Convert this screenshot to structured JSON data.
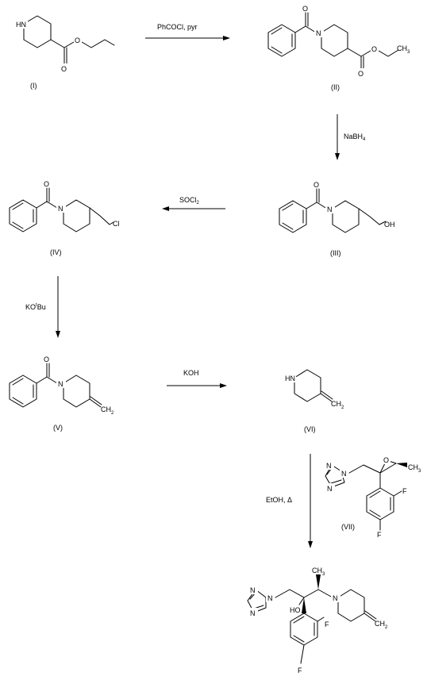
{
  "scheme": {
    "compound_labels": [
      "(I)",
      "(II)",
      "(III)",
      "(IV)",
      "(V)",
      "(VI)",
      "(VII)"
    ],
    "reagents": {
      "step1": "PhCOCl, pyr",
      "step2": "NaBH",
      "step2_sub": "4",
      "step3": "SOCl",
      "step3_sub": "2",
      "step4": "KO",
      "step4_sup": "t",
      "step4_tail": "Bu",
      "step5": "KOH",
      "step6": "EtOH, Δ"
    },
    "atoms": {
      "nh": "HN",
      "n": "N",
      "o": "O",
      "ch": "CH",
      "ch_sub": "3",
      "ch2": "CH",
      "ch2_sub": "2",
      "cl": "Cl",
      "oh": "OH",
      "ho": "HO",
      "f": "F"
    }
  }
}
